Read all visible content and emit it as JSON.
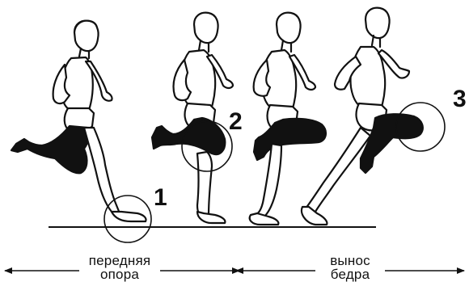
{
  "figure": {
    "markers": [
      {
        "number": "1",
        "label_text": "1"
      },
      {
        "number": "2",
        "label_text": "2"
      },
      {
        "number": "3",
        "label_text": "3"
      }
    ],
    "phases": [
      {
        "line1": "передняя",
        "line2": "опора"
      },
      {
        "line1": "вынос",
        "line2": "бедра"
      }
    ],
    "colors": {
      "ink": "#111111",
      "paper": "#ffffff"
    }
  }
}
